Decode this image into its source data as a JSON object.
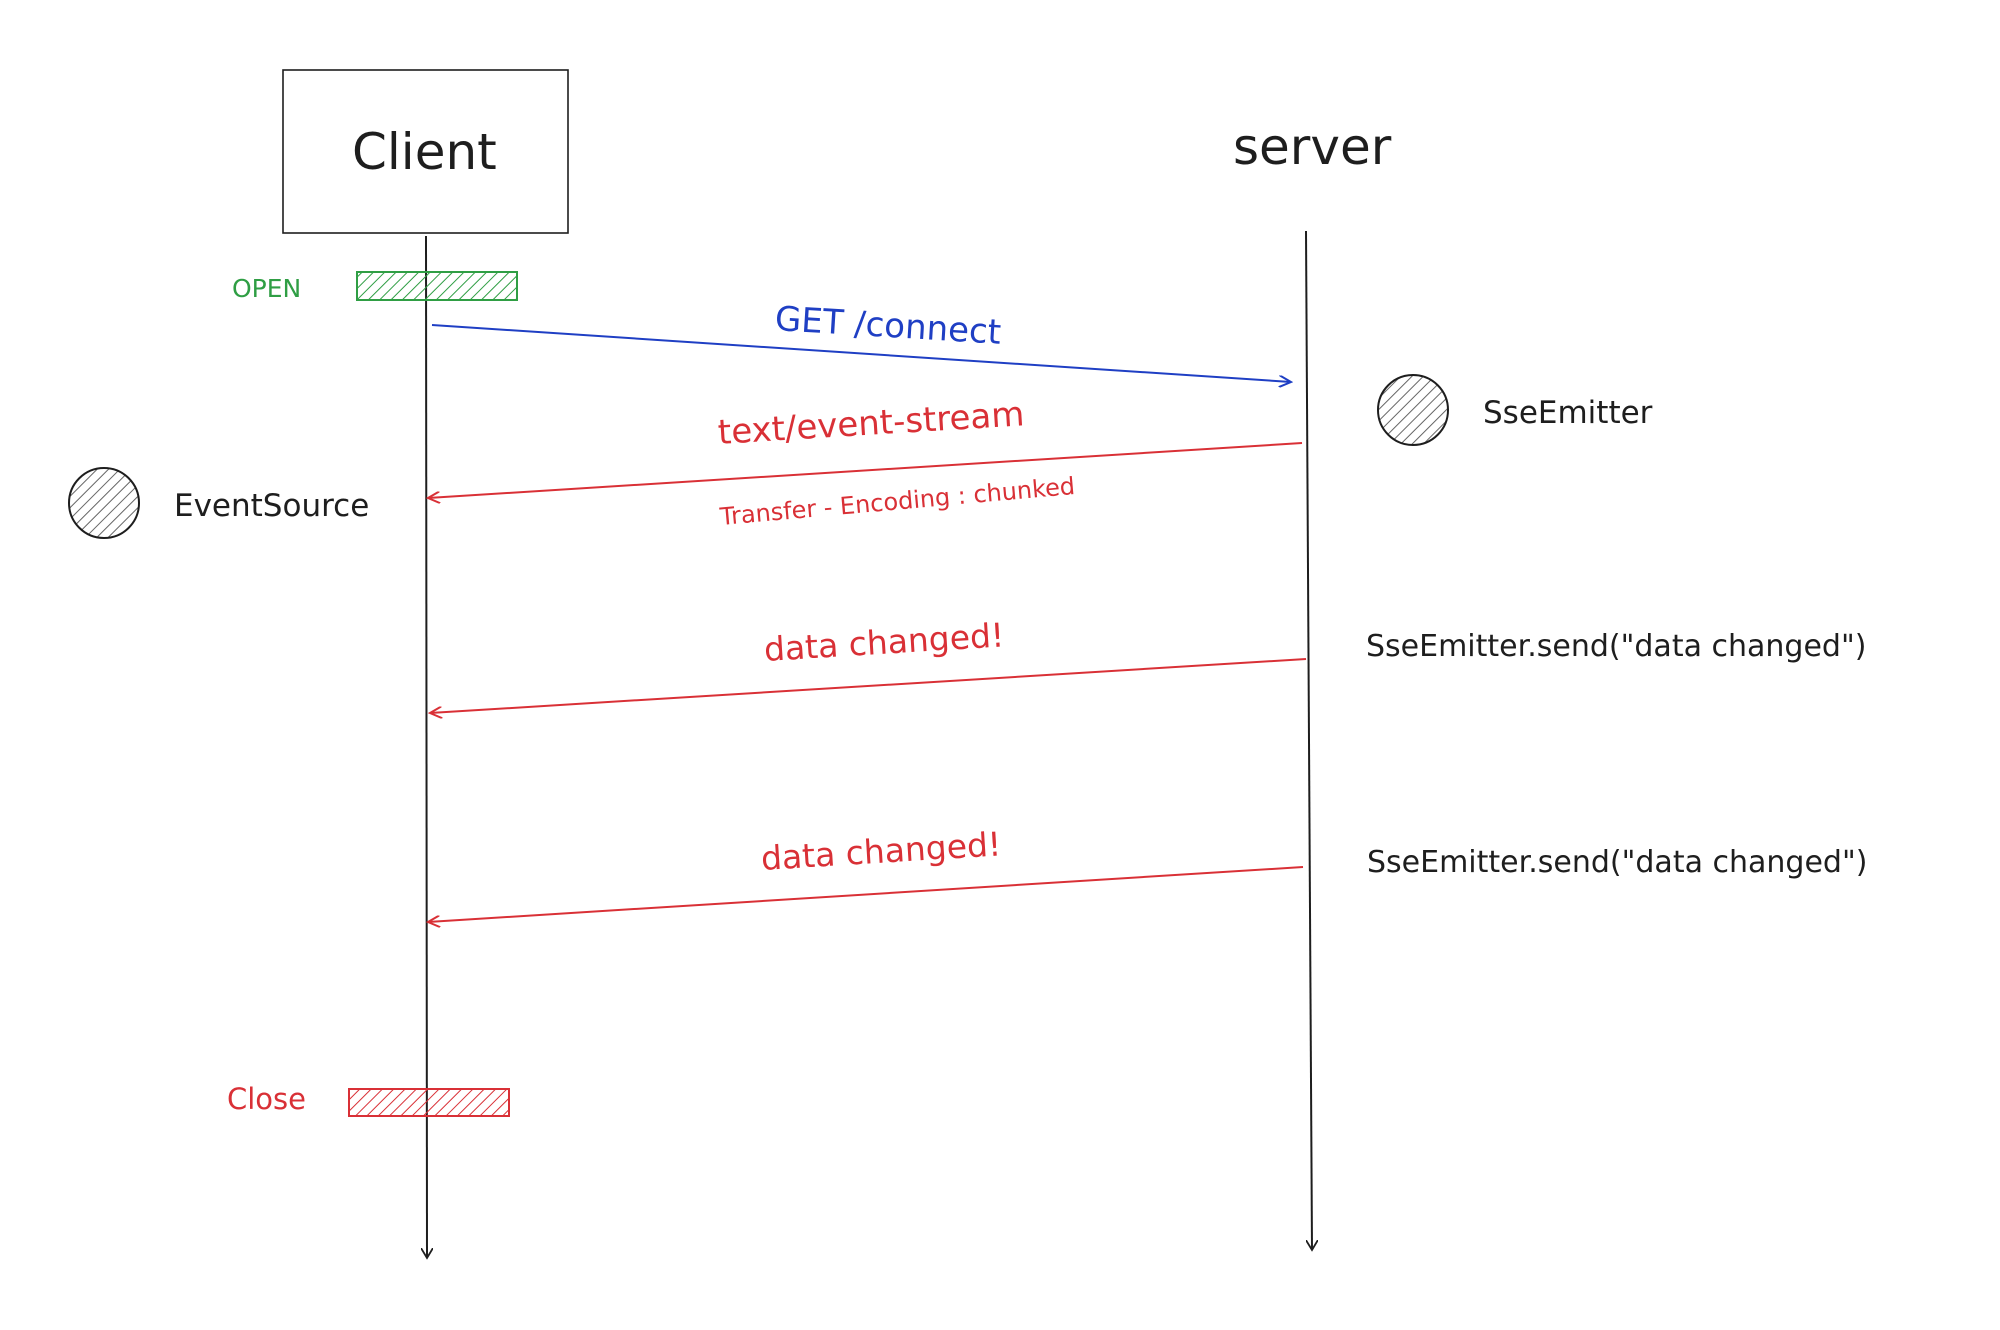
{
  "participants": {
    "client": {
      "label": "Client"
    },
    "server": {
      "label": "server"
    }
  },
  "states": {
    "open": {
      "label": "OPEN",
      "color": "#2f9e44"
    },
    "close": {
      "label": "Close",
      "color": "#d93036"
    }
  },
  "objects": {
    "event_source": {
      "label": "EventSource"
    },
    "sse_emitter": {
      "label": "SseEmitter"
    }
  },
  "messages": [
    {
      "label": "GET /connect",
      "direction": "client-to-server",
      "color": "#1f3fc4"
    },
    {
      "label": "text/event-stream",
      "sublabel": "Transfer - Encoding : chunked",
      "direction": "server-to-client",
      "color": "#d93036"
    },
    {
      "label": "data changed!",
      "direction": "server-to-client",
      "color": "#d93036",
      "server_note": "SseEmitter.send(\"data changed\")"
    },
    {
      "label": "data changed!",
      "direction": "server-to-client",
      "color": "#d93036",
      "server_note": "SseEmitter.send(\"data changed\")"
    }
  ]
}
